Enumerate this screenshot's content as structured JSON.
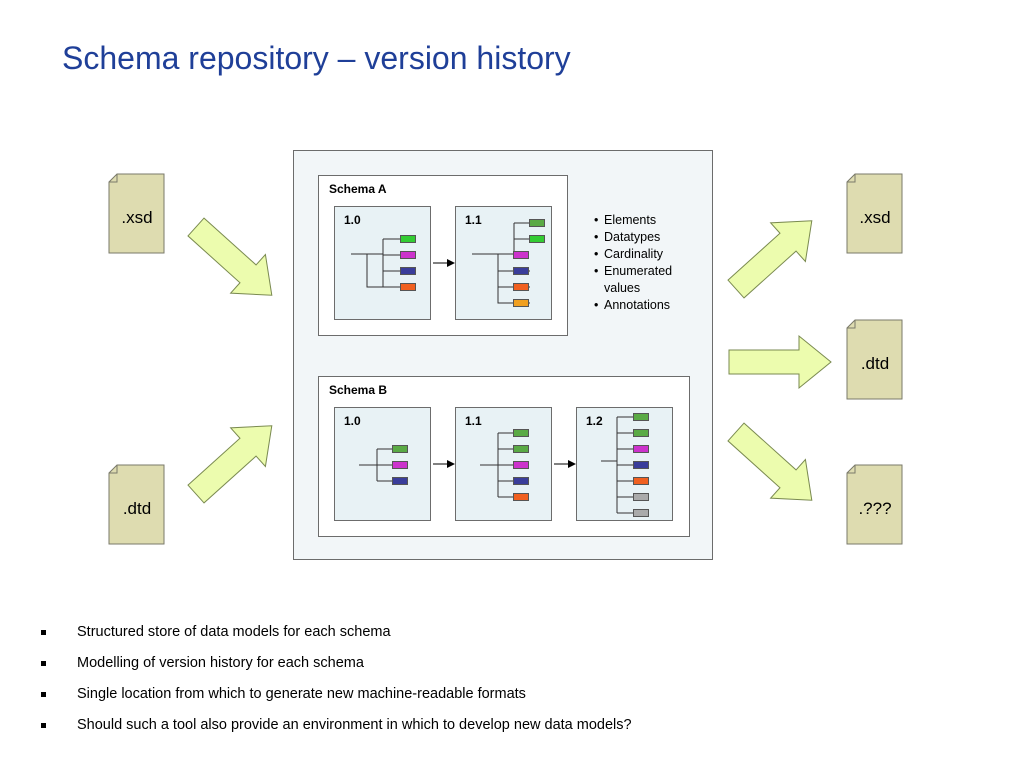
{
  "title": "Schema repository – version history",
  "inputs": [
    ".xsd",
    ".dtd"
  ],
  "outputs": [
    ".xsd",
    ".dtd",
    ".???"
  ],
  "schema_a": {
    "title": "Schema A",
    "versions": [
      "1.0",
      "1.1"
    ]
  },
  "schema_b": {
    "title": "Schema B",
    "versions": [
      "1.0",
      "1.1",
      "1.2"
    ]
  },
  "properties": [
    "Elements",
    "Datatypes",
    "Cardinality",
    "Enumerated values",
    "Annotations"
  ],
  "bullets": [
    "Structured store of data models for each schema",
    "Modelling of version history for each schema",
    "Single location from which to generate new machine-readable formats",
    "Should such a tool also provide an environment in which to develop new data models?"
  ],
  "colors": {
    "title": "#1f3f98",
    "document_fill": "#dedcb0",
    "arrow_fill": "#ecfcae",
    "green": "#5aaa45",
    "bright_green": "#33cc33",
    "magenta": "#cc33cc",
    "navy": "#3a3d9a",
    "orange": "#f06020",
    "amber": "#f0a020",
    "grey": "#aaaaaa"
  }
}
